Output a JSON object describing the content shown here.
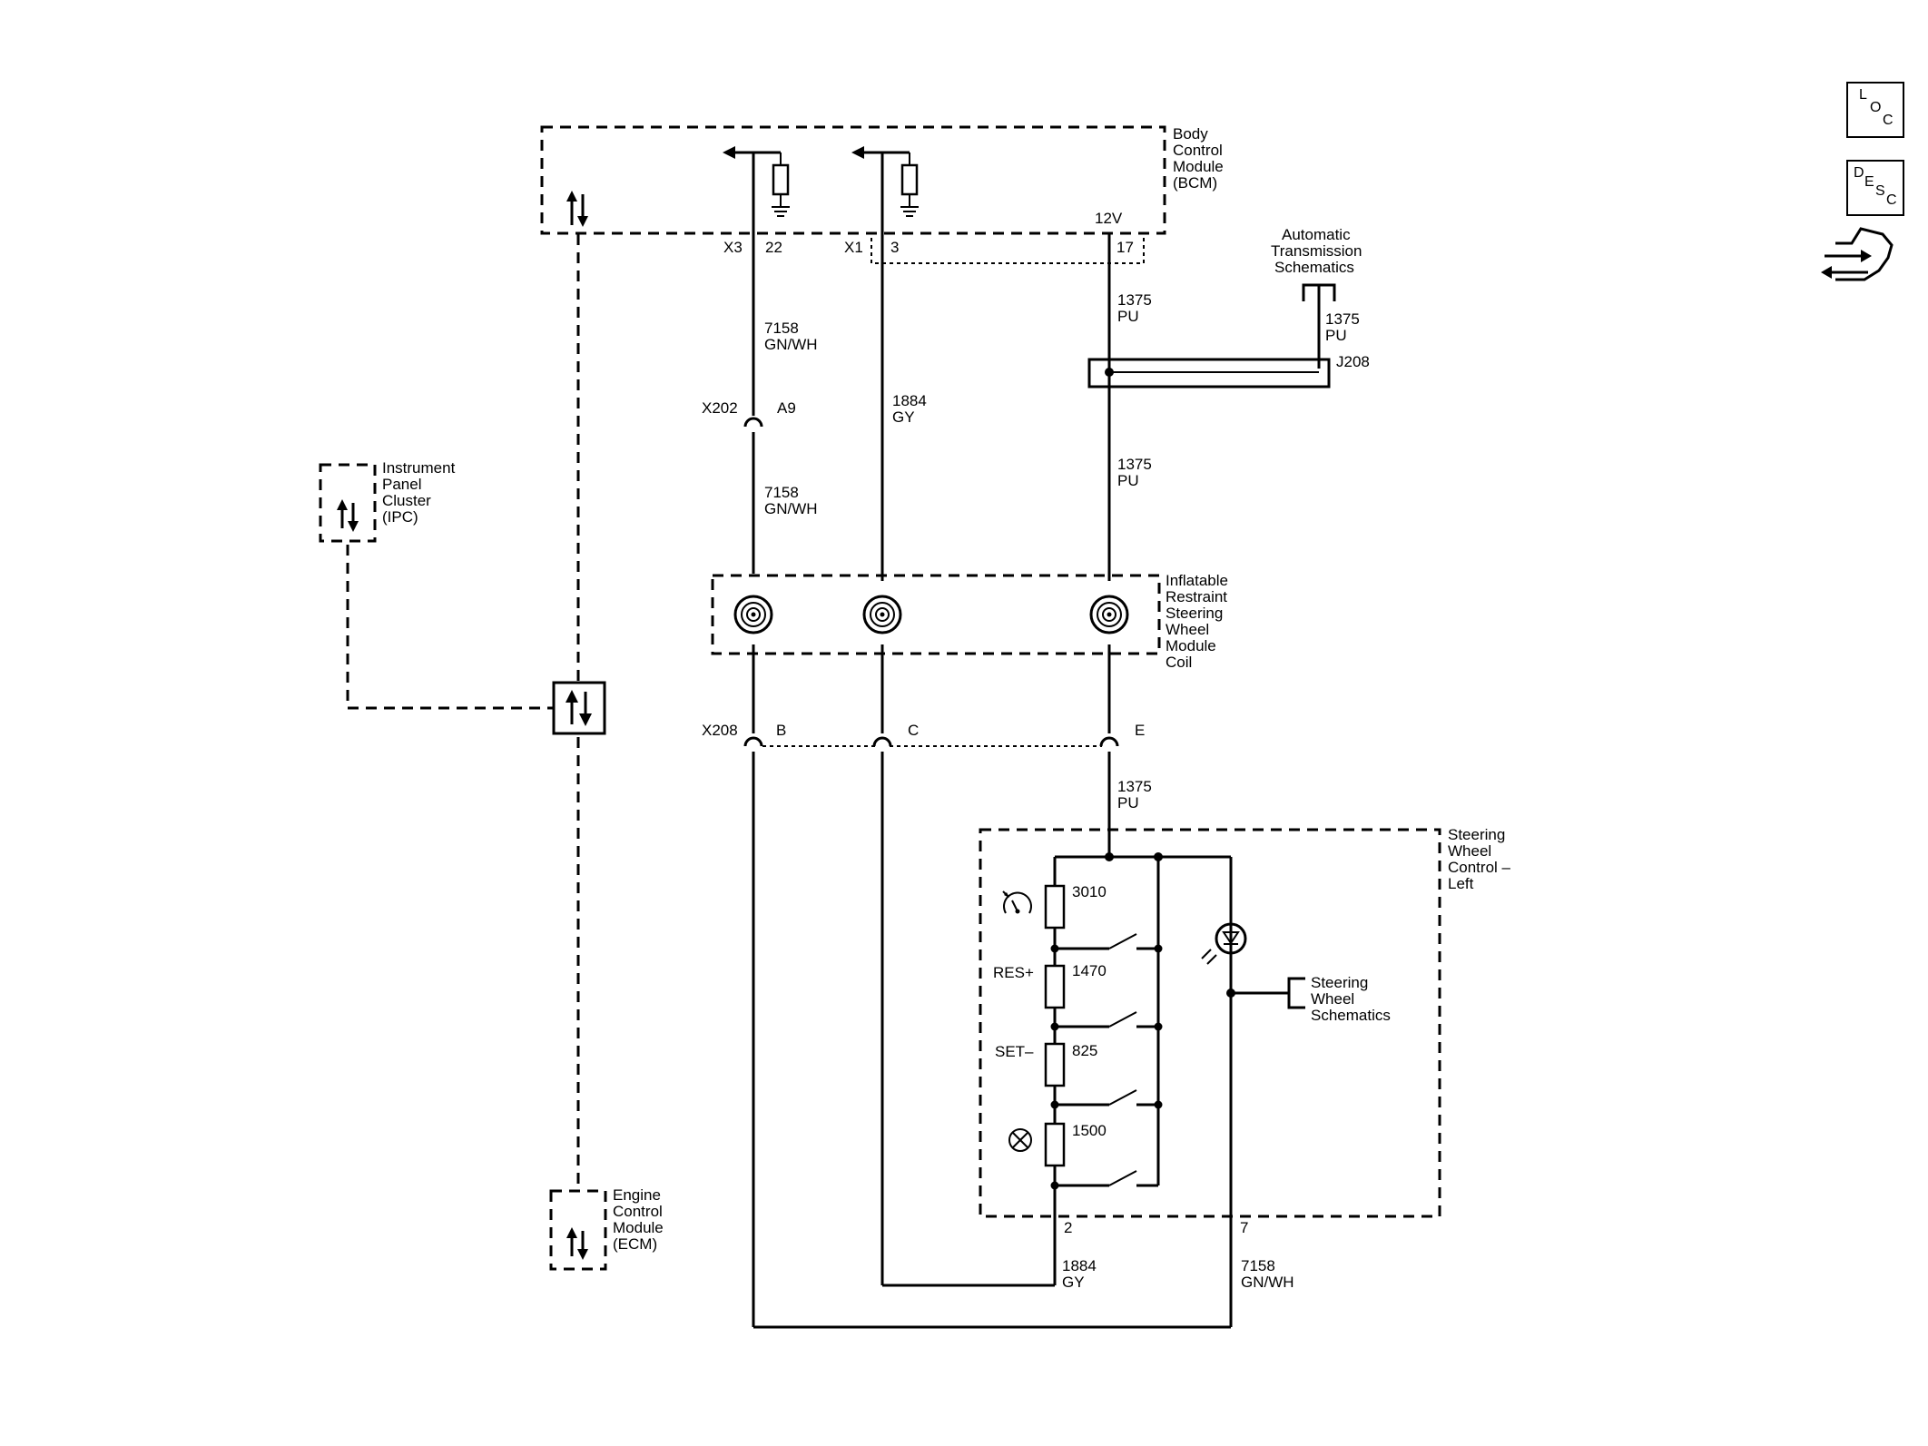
{
  "side_icons": {
    "loc": {
      "l1": "L",
      "l2": "O",
      "l3": "C"
    },
    "desc": {
      "l1": "D",
      "l2": "E",
      "l3": "S",
      "l4": "C"
    }
  },
  "bcm": {
    "line1": "Body",
    "line2": "Control",
    "line3": "Module",
    "line4": "(BCM)",
    "voltage": "12V"
  },
  "bcm_connectors": {
    "x3": "X3",
    "pin22": "22",
    "x1": "X1",
    "pin3": "3",
    "pin17": "17"
  },
  "auto_trans": {
    "line1": "Automatic",
    "line2": "Transmission",
    "line3": "Schematics"
  },
  "splice": "J208",
  "ipc": {
    "line1": "Instrument",
    "line2": "Panel",
    "line3": "Cluster",
    "line4": "(IPC)"
  },
  "ecm": {
    "line1": "Engine",
    "line2": "Control",
    "line3": "Module",
    "line4": "(ECM)"
  },
  "x202": {
    "name": "X202",
    "pin": "A9"
  },
  "x208": {
    "name": "X208",
    "pin_b": "B",
    "pin_c": "C",
    "pin_e": "E"
  },
  "coil": {
    "line1": "Inflatable",
    "line2": "Restraint",
    "line3": "Steering",
    "line4": "Wheel",
    "line5": "Module",
    "line6": "Coil"
  },
  "wires": {
    "w7158": {
      "circuit": "7158",
      "color": "GN/WH"
    },
    "w1884": {
      "circuit": "1884",
      "color": "GY"
    },
    "w1375": {
      "circuit": "1375",
      "color": "PU"
    }
  },
  "swc": {
    "line1": "Steering",
    "line2": "Wheel",
    "line3": "Control –",
    "line4": "Left",
    "pin2": "2",
    "pin7": "7"
  },
  "sw_schem": {
    "line1": "Steering",
    "line2": "Wheel",
    "line3": "Schematics"
  },
  "resistors": {
    "r1": "3010",
    "r2": "1470",
    "r3": "825",
    "r4": "1500"
  },
  "switches": {
    "res": "RES+",
    "set": "SET–"
  },
  "icon_names": [
    "loc-icon",
    "desc-icon",
    "connector-view-icon",
    "bidirectional-data-icon",
    "clockspring-coil-icon",
    "speedometer-icon",
    "cancel-icon",
    "backlight-led-icon",
    "ground-symbol"
  ]
}
